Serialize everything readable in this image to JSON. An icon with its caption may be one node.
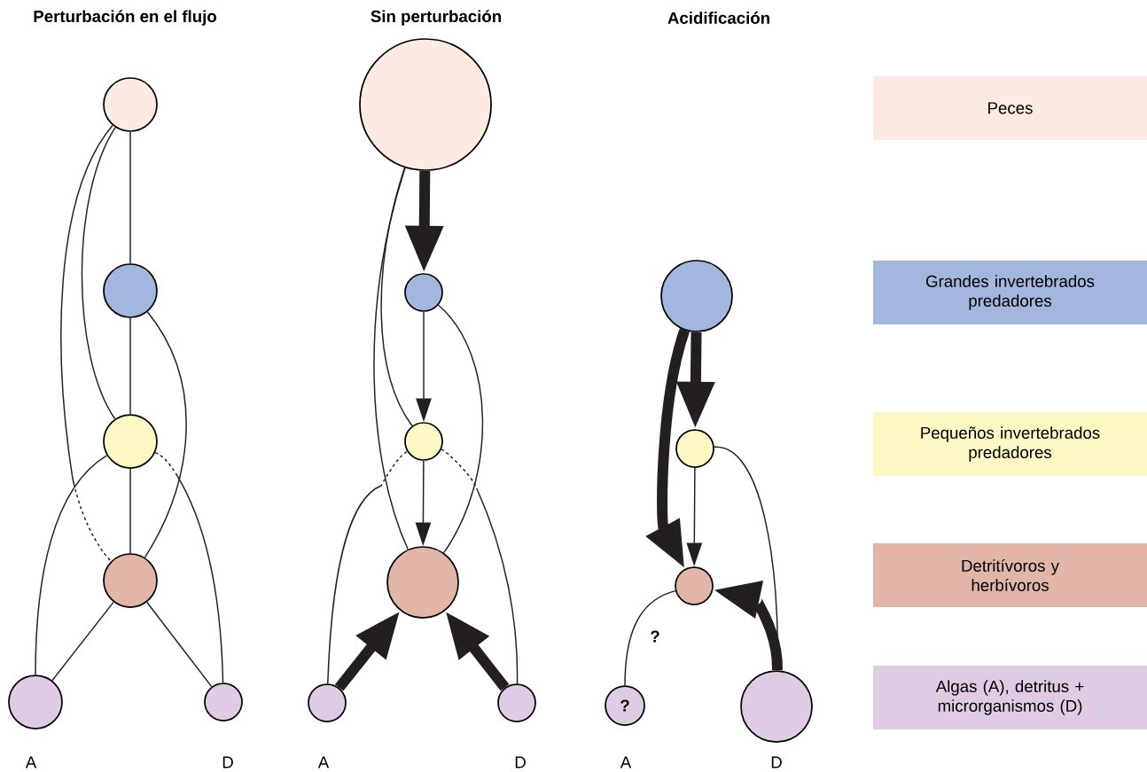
{
  "diagram": {
    "nodes": [
      {
        "text": [],
        "shape": "circle"
      },
      {
        "text": [],
        "shape": "circle"
      },
      {
        "text": [],
        "shape": "circle"
      },
      {
        "text": [],
        "shape": "circle"
      },
      {
        "text": [],
        "shape": "circle"
      },
      {
        "text": [],
        "shape": "circle"
      },
      {
        "text": [],
        "shape": "circle"
      },
      {
        "text": [],
        "shape": "circle"
      },
      {
        "text": [],
        "shape": "circle"
      },
      {
        "text": [],
        "shape": "circle"
      },
      {
        "text": [],
        "shape": "circle"
      },
      {
        "text": [],
        "shape": "circle"
      },
      {
        "text": [],
        "shape": "circle"
      },
      {
        "text": [],
        "shape": "circle"
      },
      {
        "text": [],
        "shape": "circle"
      },
      {
        "text": [
          "?"
        ]
      },
      {
        "text": [],
        "shape": "circle"
      }
    ],
    "edges": [
      {
        "from": 0,
        "to": 1,
        "arrow": "none"
      },
      {
        "from": 1,
        "to": 2,
        "arrow": "none"
      },
      {
        "from": 2,
        "to": 3,
        "arrow": "none"
      },
      {
        "from": 3,
        "to": 4,
        "arrow": "none"
      },
      {
        "from": 3,
        "to": 5,
        "arrow": "none"
      },
      {
        "from": 0,
        "to": 2,
        "arrow": "none"
      },
      {
        "from": 0,
        "to": 3,
        "arrow": "none",
        "style": "dashed"
      },
      {
        "from": 1,
        "to": 3,
        "arrow": "none"
      },
      {
        "from": 2,
        "to": 4,
        "arrow": "none"
      },
      {
        "from": 2,
        "to": 5,
        "arrow": "none",
        "style": "dashed"
      },
      {
        "from": 6,
        "to": 7,
        "arrow": "to",
        "style": "thick"
      },
      {
        "from": 7,
        "to": 8,
        "arrow": "to"
      },
      {
        "from": 8,
        "to": 9,
        "arrow": "to"
      },
      {
        "from": 10,
        "to": 9,
        "arrow": "to",
        "style": "thick"
      },
      {
        "from": 11,
        "to": 9,
        "arrow": "to",
        "style": "thick"
      },
      {
        "from": 6,
        "to": 8,
        "arrow": "none"
      },
      {
        "from": 6,
        "to": 9,
        "arrow": "none"
      },
      {
        "from": 7,
        "to": 9,
        "arrow": "none"
      },
      {
        "from": 10,
        "to": 8,
        "arrow": "none",
        "style": "dashed"
      },
      {
        "from": 8,
        "to": 11,
        "arrow": "none",
        "style": "dashed"
      },
      {
        "from": 12,
        "to": 14,
        "arrow": "to",
        "style": "thick"
      },
      {
        "from": 12,
        "to": 13,
        "arrow": "to",
        "style": "thick"
      },
      {
        "from": 13,
        "to": 14,
        "arrow": "to"
      },
      {
        "from": 16,
        "to": 14,
        "arrow": "to",
        "style": "thick"
      },
      {
        "from": 13,
        "to": 16,
        "arrow": "none"
      },
      {
        "from": 15,
        "to": 14,
        "arrow": "none",
        "label": "?"
      }
    ],
    "labels": [
      "Perturbación en el flujo",
      "Sin perturbación",
      "Acidificación",
      "A",
      "D",
      "A",
      "D",
      "A",
      "D"
    ],
    "legend": [
      {
        "text": "Peces",
        "color": "#fdeae0"
      },
      {
        "text": "Grandes invertebrados predadores",
        "color": "#a2b6de"
      },
      {
        "text": "Pequeños invertebrados predadores",
        "color": "#fef9c4"
      },
      {
        "text": "Detritívoros y herbívoros",
        "color": "#e2b5a9"
      },
      {
        "text": "Algas (A), detritus + microrganismos (D)",
        "color": "#dfcbe3"
      }
    ]
  }
}
